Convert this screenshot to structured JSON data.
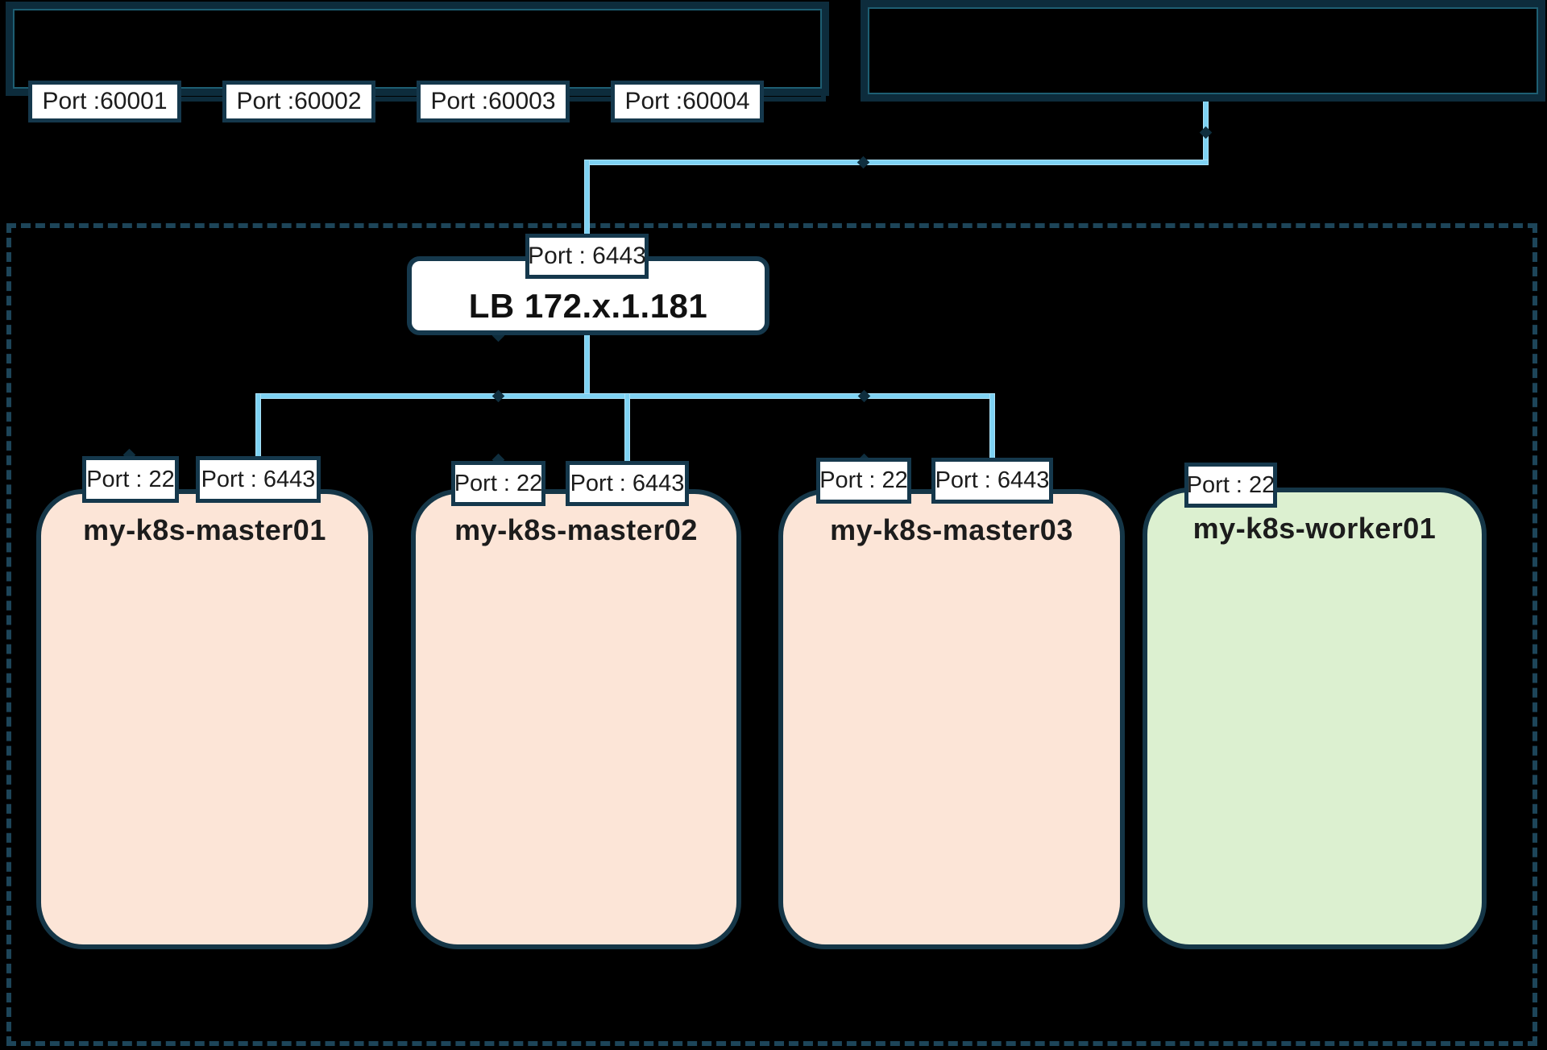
{
  "diagram": {
    "external_left": {
      "ports": [
        "Port :60001",
        "Port :60002",
        "Port :60003",
        "Port :60004"
      ]
    },
    "lb": {
      "port": "Port : 6443",
      "title": "LB 172.x.1.181"
    },
    "nodes": [
      {
        "name": "my-k8s-master01",
        "port_ssh": "Port : 22",
        "port_api": "Port : 6443",
        "role": "master"
      },
      {
        "name": "my-k8s-master02",
        "port_ssh": "Port : 22",
        "port_api": "Port : 6443",
        "role": "master"
      },
      {
        "name": "my-k8s-master03",
        "port_ssh": "Port : 22",
        "port_api": "Port : 6443",
        "role": "master"
      },
      {
        "name": "my-k8s-worker01",
        "port_ssh": "Port : 22",
        "role": "worker"
      }
    ],
    "colors": {
      "connector_blue": "#7ed2f3",
      "box_border": "#0d2c3c",
      "node_fill_master": "#fce5d7",
      "node_fill_worker": "#dcf0d0",
      "dashed_boundary": "#1d4559"
    }
  }
}
